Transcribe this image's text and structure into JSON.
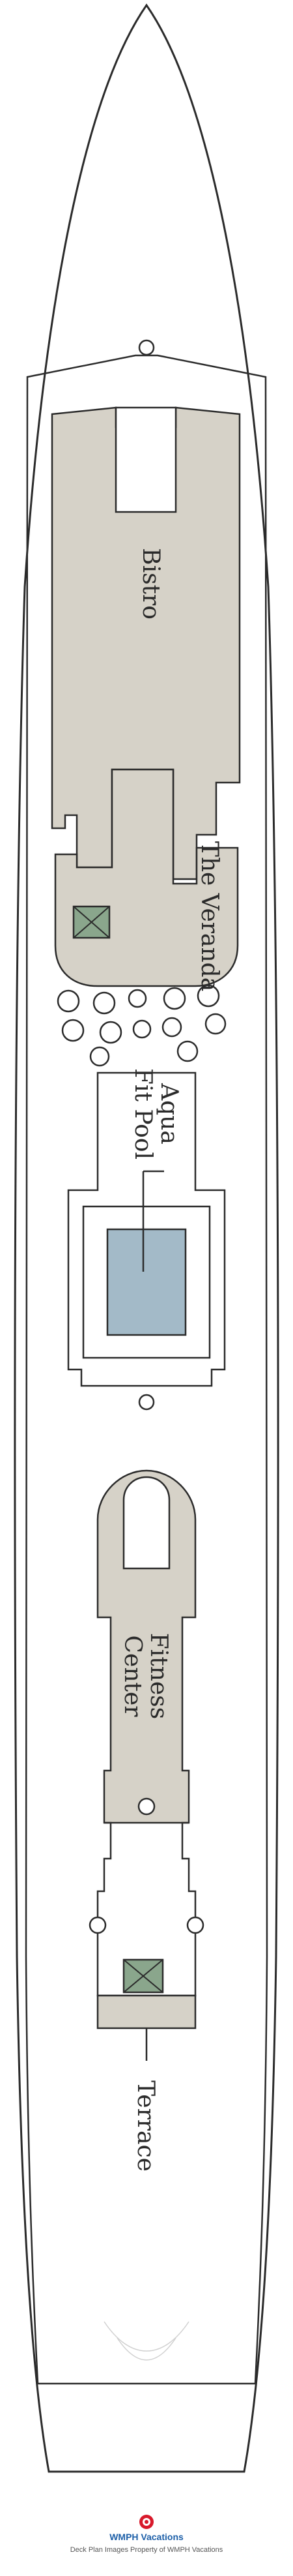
{
  "venues": {
    "bistro": "Bistro",
    "veranda": "The Veranda",
    "aqua_pool": "Aqua\nFit Pool",
    "fitness": "Fitness\nCenter",
    "terrace": "Terrace"
  },
  "footer": {
    "brand": "WMPH Vacations",
    "credit": "Deck Plan Images Property of WMPH Vacations"
  },
  "colors": {
    "hull_outline": "#2b2b2b",
    "venue_fill": "#d6d2c8",
    "pool_water": "#a3bac8",
    "elevator_green": "#8aa68c",
    "brand_red": "#d8192b",
    "brand_blue": "#1d5fa8"
  },
  "icons": {
    "elevator": "elevator-icon",
    "brand": "brand-logo-icon"
  }
}
